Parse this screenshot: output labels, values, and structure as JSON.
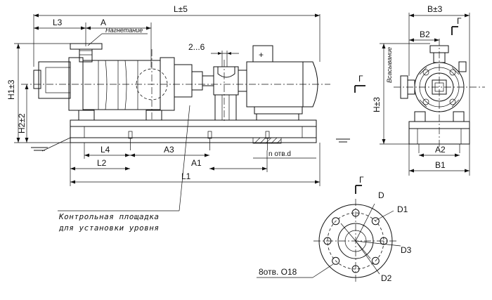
{
  "dimensions": {
    "L_total": "L±5",
    "L3": "L3",
    "A": "A",
    "H1": "H1±3",
    "H2": "H2±2",
    "gap": "2...6",
    "L4": "L4",
    "L2": "L2",
    "A3": "A3",
    "A1": "A1",
    "L1": "L1",
    "holes_n": "n отв.d",
    "B": "B±3",
    "B2": "B2",
    "H": "H±3",
    "A2": "A2",
    "B1": "B1",
    "D": "D",
    "D1": "D1",
    "D2": "D2",
    "D3": "D3",
    "bolt_holes": "8отв. О18"
  },
  "labels": {
    "discharge": "Нагнетание",
    "suction": "Всасывание",
    "section_mark_G": "Г",
    "platform_line1": "Контрольная площадка",
    "platform_line2": "для установки уровня"
  }
}
